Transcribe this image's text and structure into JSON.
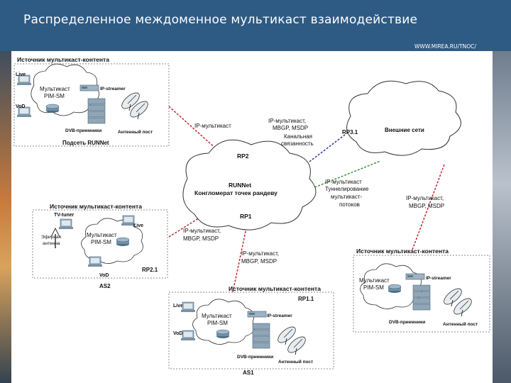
{
  "slide": {
    "title": "Распределенное междоменное мультикаст взаимодействие",
    "url": "WWW.MIREA.RU/TNOC/"
  },
  "diagram": {
    "runnet": {
      "box_title": "Источник мультикаст-контента",
      "live": "Live",
      "vod": "VoD",
      "multicast": "Мультикаст",
      "pim": "PIM-SM",
      "ip_streamer": "IP-streamer",
      "dvb": "DVB-приемники",
      "antenna": "Антенный пост",
      "caption": "Подсеть RUNNet"
    },
    "as2": {
      "box_title": "Источник мультикаст-контента",
      "tv_tuner": "TV-tuner",
      "live": "Live",
      "ether1": "Эфирная",
      "ether2": "антенна",
      "multicast": "Мультикаст",
      "pim": "PIM-SM",
      "vod": "VoD",
      "rp": "RP2.1",
      "caption": "AS2"
    },
    "as1": {
      "box_title": "Источник мультикаст-контента",
      "rp": "RP1.1",
      "live": "Live",
      "vod": "VoD",
      "multicast": "Мультикаст",
      "pim": "PIM-SM",
      "ip_streamer": "IP-streamer",
      "dvb": "DVB-приемники",
      "antenna": "Антенный пост",
      "caption": "AS1"
    },
    "right_source": {
      "box_title": "Источник мультикаст-контента",
      "multicast": "Мультикаст",
      "pim": "PIM-SM",
      "ip_streamer": "IP-streamer",
      "dvb": "DVB-приемники",
      "antenna": "Антенный пост"
    },
    "center_cloud": {
      "rp2": "RP2",
      "name": "RUNNet",
      "desc": "Конгломерат точек рандеву",
      "rp1": "RP1"
    },
    "external_cloud": {
      "rp": "RP3.1",
      "name": "Внешние сети"
    },
    "links": {
      "runnet_label": "IP-мультикаст",
      "ext_1": "IP-мультикаст,",
      "ext_2": "MBGP, MSDP",
      "ext_3": "Канальная",
      "ext_4": "связанность",
      "tun_1": "IP-мультикаст",
      "tun_2": "Туннелирование",
      "tun_3": "мультикаст-",
      "tun_4": "потоков",
      "right_1": "IP-мультикаст,",
      "right_2": "MBGP, MSDP",
      "as2_1": "IP-мультикаст,",
      "as2_2": "MBGP, MSDP",
      "as1_1": "IP-мультикаст,",
      "as1_2": "MBGP, MSDP"
    },
    "colors": {
      "red": "#c0272d",
      "blue": "#2b3b9a",
      "green": "#3a8f3a"
    }
  }
}
